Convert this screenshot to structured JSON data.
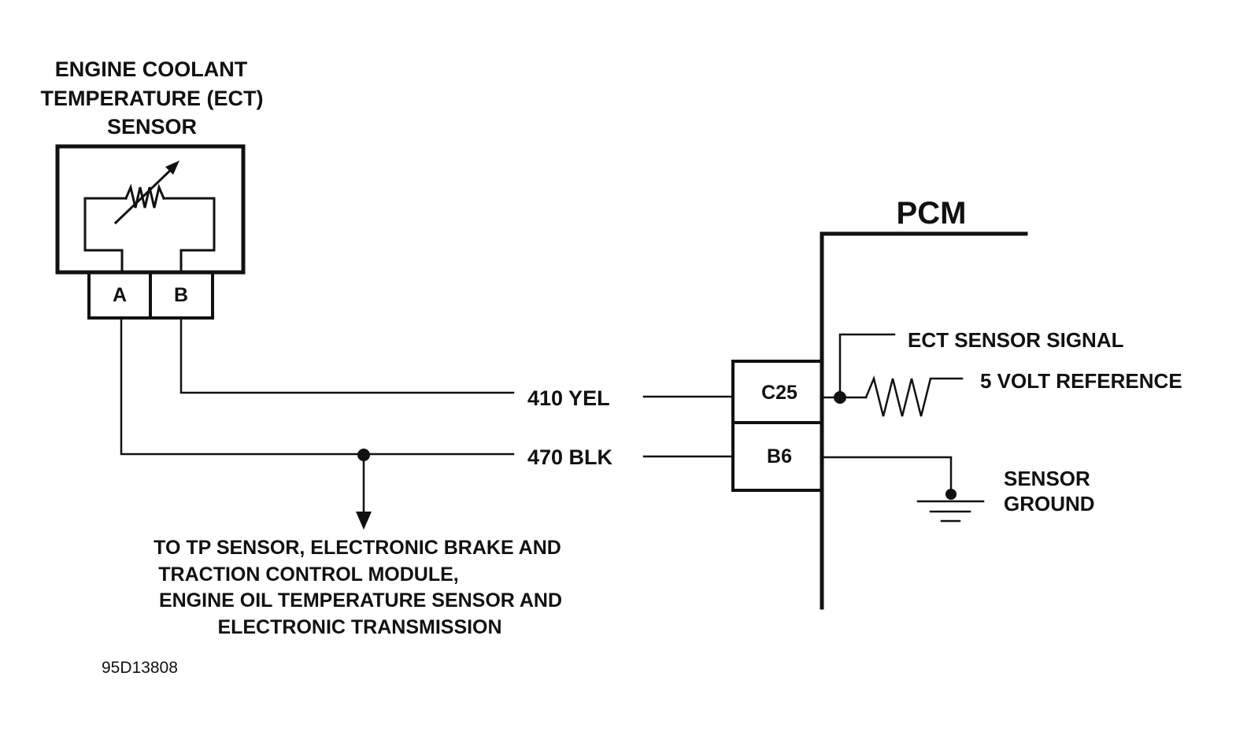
{
  "sensor": {
    "title_lines": [
      "ENGINE COOLANT",
      "TEMPERATURE (ECT)",
      "SENSOR"
    ],
    "pin_a": "A",
    "pin_b": "B"
  },
  "wires": {
    "signal": "410 YEL",
    "ground": "470 BLK"
  },
  "pcm": {
    "title": "PCM",
    "pin_signal": "C25",
    "pin_ground": "B6",
    "ect_signal": "ECT SENSOR SIGNAL",
    "reference": "5 VOLT REFERENCE",
    "ground_lines": [
      "SENSOR",
      "GROUND"
    ]
  },
  "note": {
    "lines": [
      "TO TP SENSOR, ELECTRONIC BRAKE AND",
      "TRACTION CONTROL MODULE,",
      "ENGINE OIL TEMPERATURE SENSOR AND",
      "ELECTRONIC TRANSMISSION"
    ]
  },
  "figure_id": "95D13808"
}
